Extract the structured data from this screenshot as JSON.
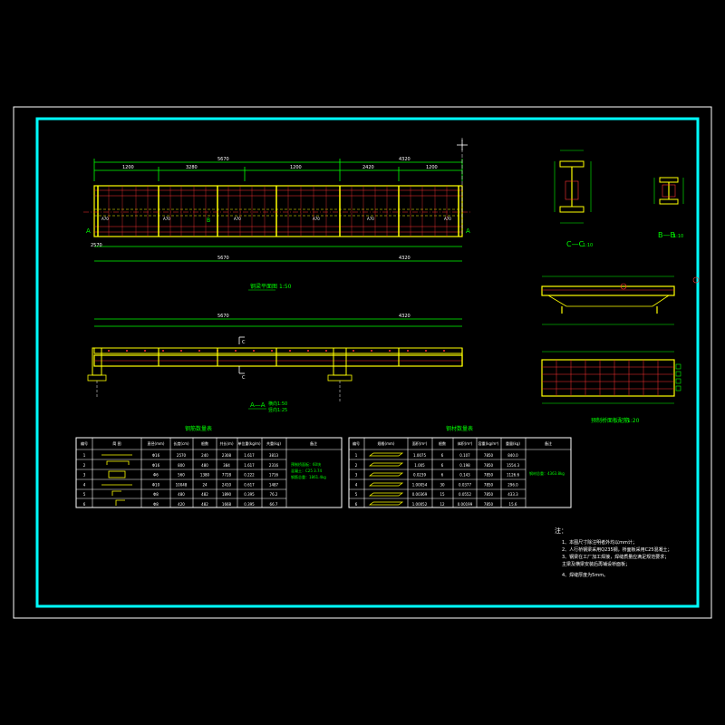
{
  "colors": {
    "background": "#000000",
    "outer_frame": "#ffffff",
    "inner_frame": "#00ffff",
    "dimension": "#00ff00",
    "structure": "#ffff00",
    "rebar": "#ff3333",
    "text": "#ffffff",
    "accent": "#ff00ff"
  },
  "drawing": {
    "plan_title": "钢梁平面图",
    "plan_scale": "1:50",
    "elevation_title": "A—A",
    "elevation_scale_1": "横向1:50",
    "elevation_scale_2": "竖向1:25",
    "section_c_title": "C—C",
    "section_c_scale": "1:10",
    "section_b_title": "B—B",
    "section_b_scale": "1:10",
    "detail_title": "预制桥面板配筋",
    "detail_scale": "1:20",
    "mark_A": "A",
    "mark_B": "B",
    "mark_C": "C"
  },
  "table_rebar": {
    "title": "钢筋数量表",
    "headers": [
      "编号",
      "简 图",
      "直径(mm)",
      "长度(cm)",
      "根数",
      "共长(m)",
      "单位重(kg/m)",
      "共重(kg)",
      "备注"
    ],
    "rows": [
      [
        "1",
        "",
        "Φ16",
        "2570",
        "240",
        "2308",
        "1.617",
        "3813",
        ""
      ],
      [
        "2",
        "",
        "Φ16",
        "800",
        "480",
        "384",
        "1.617",
        "2316",
        ""
      ],
      [
        "3",
        "",
        "Φ6",
        "560",
        "1380",
        "7728",
        "0.222",
        "1716",
        ""
      ],
      [
        "4",
        "",
        "Φ10",
        "10048",
        "24",
        "2410",
        "0.617",
        "1487",
        ""
      ],
      [
        "5",
        "",
        "Φ8",
        "480",
        "482",
        "1890",
        "0.395",
        "76.2",
        ""
      ],
      [
        "6",
        "",
        "Φ8",
        "420",
        "482",
        "1668",
        "0.395",
        "66.7",
        ""
      ]
    ],
    "note": [
      "预制桥面板：60块",
      "混凝土：C25 3.74",
      "钢筋总重：1861.4kg"
    ]
  },
  "table_steel": {
    "title": "钢材数量表",
    "headers": [
      "编号",
      "规格(mm)",
      "面积(m²)",
      "根数",
      "体积(m³)",
      "容重(kg/m³)",
      "重量(kg)",
      "备注"
    ],
    "rows": [
      [
        "1",
        "",
        "1.0075",
        "6",
        "0.107",
        "7850",
        "840.0",
        ""
      ],
      [
        "2",
        "",
        "1.005",
        "6",
        "0.198",
        "7850",
        "1554.3",
        ""
      ],
      [
        "3",
        "",
        "0.0239",
        "6",
        "0.143",
        "7850",
        "1126.6",
        ""
      ],
      [
        "4",
        "",
        "1.00054",
        "30",
        "0.0377",
        "7850",
        "296.0",
        ""
      ],
      [
        "5",
        "",
        "0.00369",
        "15",
        "0.0552",
        "7850",
        "433.3",
        ""
      ],
      [
        "6",
        "",
        "1.00052",
        "12",
        "0.00199",
        "7850",
        "15.6",
        ""
      ]
    ],
    "note": "钢材总重：4363.8kg"
  },
  "notes": {
    "heading": "注：",
    "items": [
      "1、本图尺寸除注明者外均以mm计；",
      "2、人行桥钢梁采用Q235钢，桥面板采用C25混凝土；",
      "3、钢梁在工厂加工焊接，焊缝质量应满足规范要求；",
      "   主梁及横梁安装后再铺设桥面板；",
      "4、焊缝厚度为5mm。"
    ]
  }
}
